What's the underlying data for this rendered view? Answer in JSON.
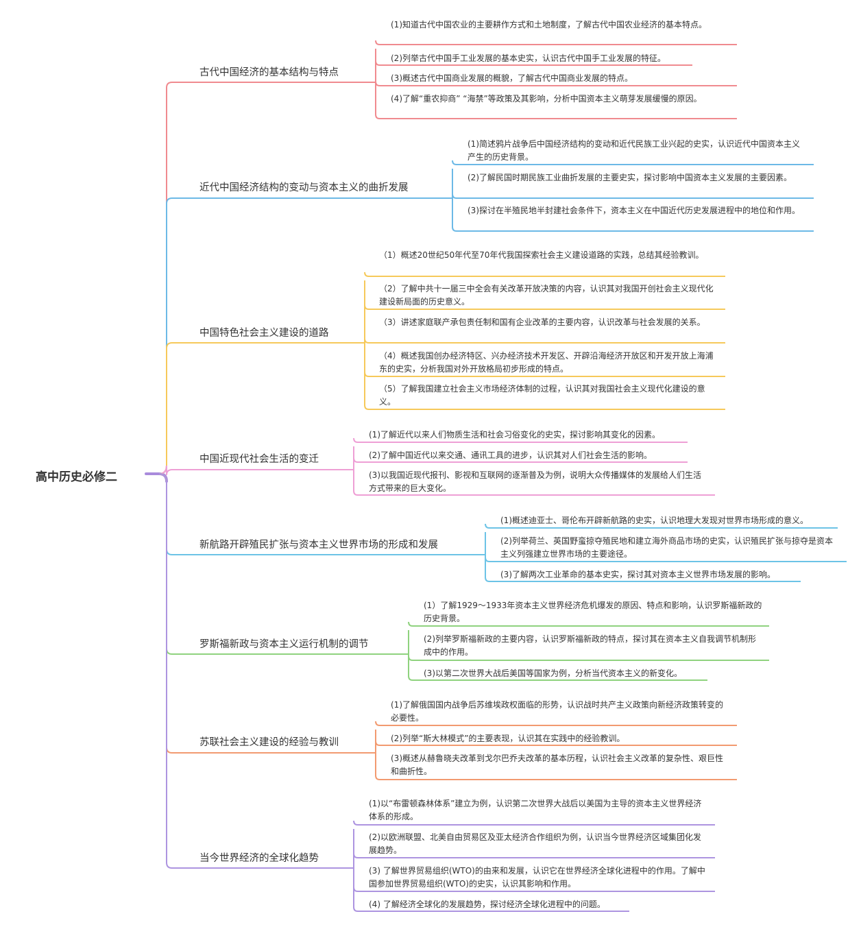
{
  "root": "高中历史必修二",
  "colors": {
    "root": "#a98bdc",
    "b0": "#f08a8f",
    "b1": "#6cb9e6",
    "b2": "#f6c95a",
    "b3": "#ee9fd5",
    "b4": "#6cc3e6",
    "b5": "#8fd27e",
    "b6": "#f29a70",
    "b7": "#ad94e0"
  },
  "branches": [
    {
      "title": "古代中国经济的基本结构与特点",
      "color_key": "b0",
      "leaves": [
        "(1)知道古代中国农业的主要耕作方式和土地制度，了解古代中国农业经济的基本特点。",
        "(2)列举古代中国手工业发展的基本史实，认识古代中国手工业发展的特征。",
        "(3)概述古代中国商业发展的概貌，了解古代中国商业发展的特点。",
        "(4)了解“重农抑商” “海禁”等政策及其影响，分析中国资本主义萌芽发展缓慢的原因。"
      ]
    },
    {
      "title": "近代中国经济结构的变动与资本主义的曲折发展",
      "color_key": "b1",
      "leaves": [
        "(1)简述鸦片战争后中国经济结构的变动和近代民族工业兴起的史实，认识近代中国资本主义产生的历史背景。",
        "(2)了解民国时期民族工业曲折发展的主要史实，探讨影响中国资本主义发展的主要因素。",
        "(3)探讨在半殖民地半封建社会条件下，资本主义在中国近代历史发展进程中的地位和作用。"
      ]
    },
    {
      "title": "中国特色社会主义建设的道路",
      "color_key": "b2",
      "leaves": [
        "（1）概述20世纪50年代至70年代我国探索社会主义建设道路的实践，总结其经验教训。",
        "（2）了解中共十一届三中全会有关改革开放决策的内容，认识其对我国开创社会主义现代化建设新局面的历史意义。",
        "（3）讲述家庭联产承包责任制和国有企业改革的主要内容，认识改革与社会发展的关系。",
        "（4）概述我国创办经济特区、兴办经济技术开发区、开辟沿海经济开放区和开发开放上海浦东的史实，分析我国对外开放格局初步形成的特点。",
        "（5）了解我国建立社会主义市场经济体制的过程，认识其对我国社会主义现代化建设的意义。"
      ]
    },
    {
      "title": "中国近现代社会生活的变迁",
      "color_key": "b3",
      "leaves": [
        "(1)了解近代以来人们物质生活和社会习俗变化的史实，探讨影响其变化的因素。",
        "(2)了解中国近代以来交通、通讯工具的进步，认识其对人们社会生活的影响。",
        "(3)以我国近现代报刊、影视和互联网的逐渐普及为例，说明大众传播媒体的发展给人们生活方式带来的巨大变化。"
      ]
    },
    {
      "title": "新航路开辟殖民扩张与资本主义世界市场的形成和发展",
      "color_key": "b4",
      "leaves": [
        "(1)概述迪亚士、哥伦布开辟新航路的史实，认识地理大发现对世界市场形成的意义。",
        "(2)列举荷兰、英国野蛮掠夺殖民地和建立海外商品市场的史实，认识殖民扩张与掠夺是资本主义列强建立世界市场的主要途径。",
        "(3)了解两次工业革命的基本史实，探讨其对资本主义世界市场发展的影响。"
      ]
    },
    {
      "title": "罗斯福新政与资本主义运行机制的调节",
      "color_key": "b5",
      "leaves": [
        "(1）了解1929～1933年资本主义世界经济危机爆发的原因、特点和影响，认识罗斯福新政的历史背景。",
        "(2)列举罗斯福新政的主要内容，认识罗斯福新政的特点，探讨其在资本主义自我调节机制形成中的作用。",
        "(3)以第二次世界大战后美国等国家为例，分析当代资本主义的新变化。"
      ]
    },
    {
      "title": "苏联社会主义建设的经验与教训",
      "color_key": "b6",
      "leaves": [
        "(1)了解俄国国内战争后苏维埃政权面临的形势，认识战时共产主义政策向新经济政策转变的必要性。",
        "(2)列举“斯大林模式”的主要表现，认识其在实践中的经验教训。",
        "(3)概述从赫鲁晓夫改革到戈尔巴乔夫改革的基本历程，认识社会主义改革的复杂性、艰巨性和曲折性。"
      ]
    },
    {
      "title": "当今世界经济的全球化趋势",
      "color_key": "b7",
      "leaves": [
        "(1)以“布雷顿森林体系”建立为例，认识第二次世界大战后以美国为主导的资本主义世界经济体系的形成。",
        "(2)以欧洲联盟、北美自由贸易区及亚太经济合作组织为例，认识当今世界经济区域集团化发展趋势。",
        "(3) 了解世界贸易组织(WTO)的由来和发展，认识它在世界经济全球化进程中的作用。了解中国参加世界贸易组织(WTO)的史实，认识其影响和作用。",
        "(4) 了解经济全球化的发展趋势，探讨经济全球化进程中的问题。"
      ]
    }
  ]
}
